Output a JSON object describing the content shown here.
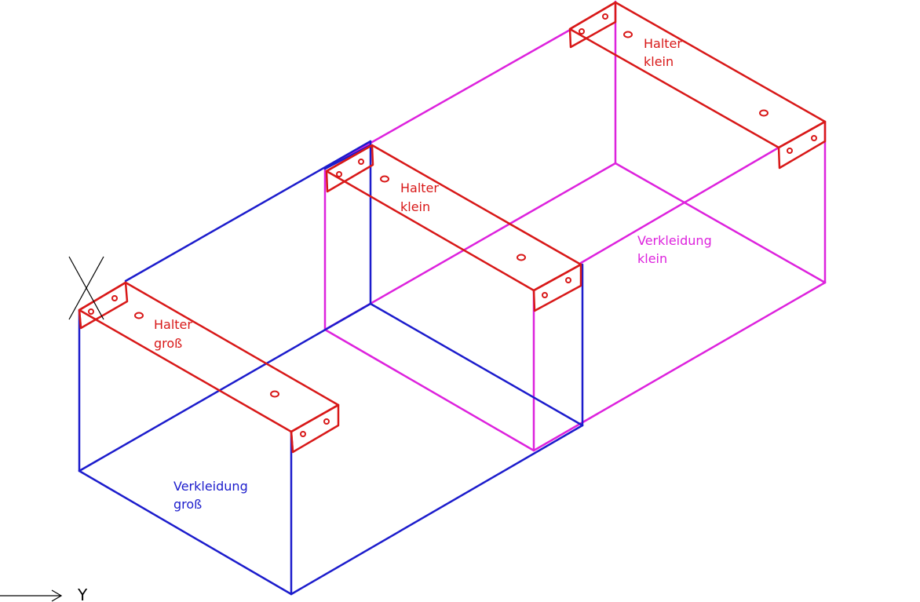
{
  "colors": {
    "halter": "#d81818",
    "verkleidung_gross": "#1c1ccc",
    "verkleidung_klein": "#dd22dd",
    "axis": "#000000",
    "background": "#ffffff"
  },
  "labels": {
    "halter_gross": [
      "Halter",
      "groß"
    ],
    "halter_klein_front": [
      "Halter",
      "klein"
    ],
    "halter_klein_back": [
      "Halter",
      "klein"
    ],
    "verkleidung_gross": [
      "Verkleidung",
      "groß"
    ],
    "verkleidung_klein": [
      "Verkleidung",
      "klein"
    ]
  },
  "axis": {
    "y_label": "Y",
    "marker": "X-cross-icon",
    "arrow": "arrow-right-icon"
  }
}
